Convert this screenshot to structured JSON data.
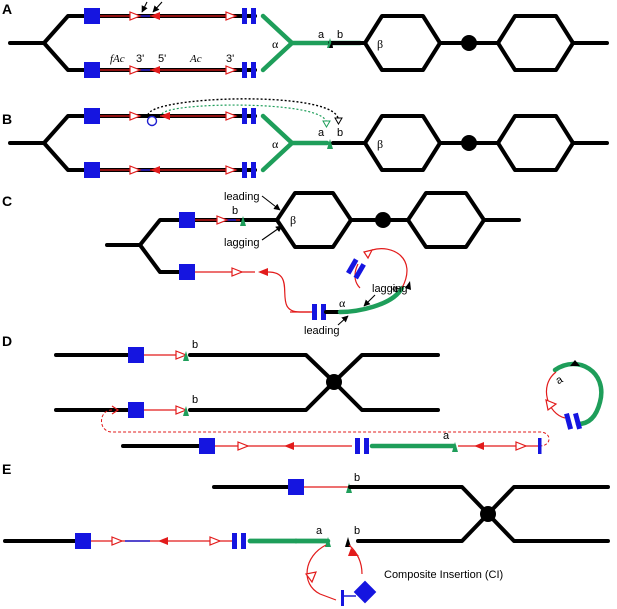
{
  "panels": {
    "A": "A",
    "B": "B",
    "C": "C",
    "D": "D",
    "E": "E"
  },
  "labels": {
    "fAc": "fAc",
    "three_prime_1": "3'",
    "five_prime": "5'",
    "Ac": "Ac",
    "three_prime_2": "3'",
    "alpha": "α",
    "beta": "β",
    "a": "a",
    "b": "b",
    "leading": "leading",
    "lagging": "lagging",
    "composite_insertion": "Composite Insertion (CI)"
  },
  "colors": {
    "chromosome": "#000000",
    "transposon_end": "#e21b1b",
    "gene_box": "#1515e0",
    "green_segment": "#1e9e5a"
  }
}
